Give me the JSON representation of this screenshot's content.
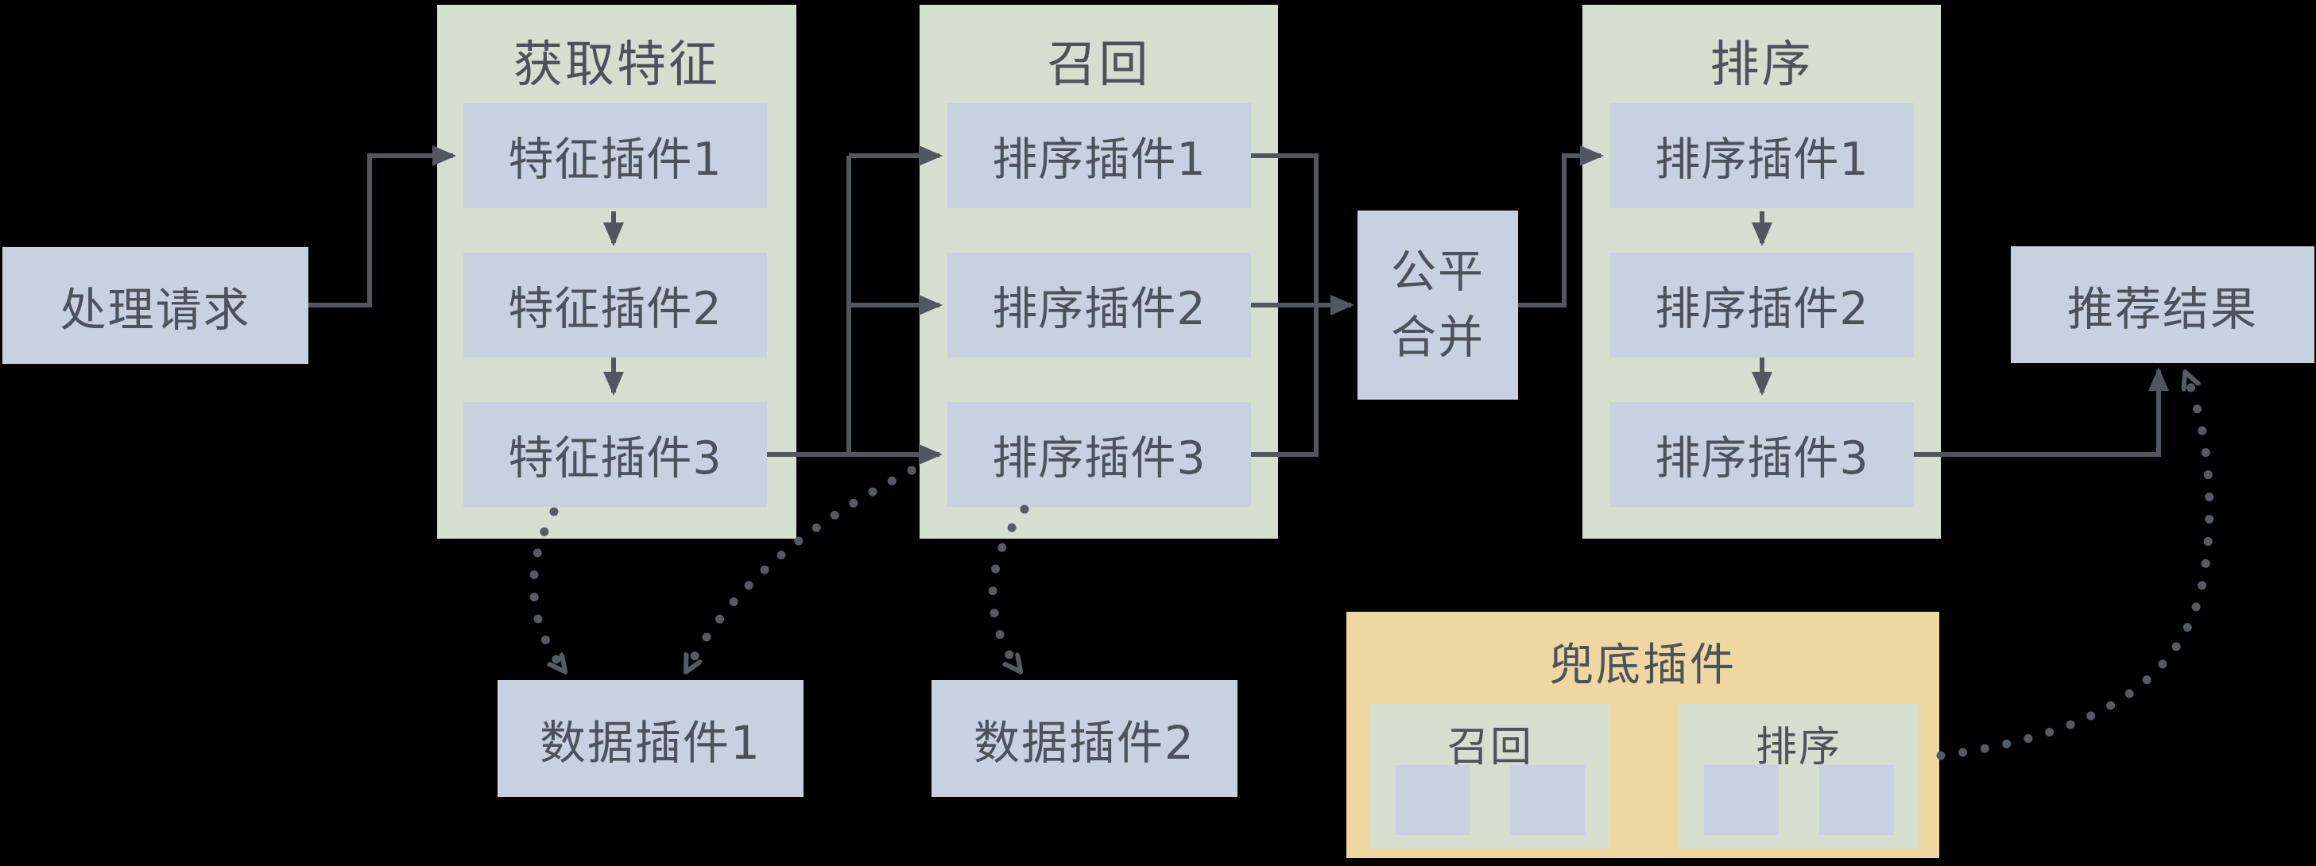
{
  "diagram": {
    "background": "#000000",
    "colors": {
      "stage_container": "#d4dfd0",
      "node_box": "#c8d1e0",
      "fallback_container": "#eed7a0",
      "text": "#4c525a",
      "arrow": "#51575f"
    },
    "nodes": {
      "request": "处理请求",
      "result": "推荐结果",
      "merge_lines": [
        "公平",
        "合并"
      ],
      "data_plugin_1": "数据插件1",
      "data_plugin_2": "数据插件2"
    },
    "containers": {
      "feature": {
        "title": "获取特征",
        "plugins": [
          "特征插件1",
          "特征插件2",
          "特征插件3"
        ]
      },
      "recall": {
        "title": "召回",
        "plugins": [
          "排序插件1",
          "排序插件2",
          "排序插件3"
        ]
      },
      "rank": {
        "title": "排序",
        "plugins": [
          "排序插件1",
          "排序插件2",
          "排序插件3"
        ]
      },
      "fallback": {
        "title": "兜底插件",
        "subs": [
          {
            "label": "召回"
          },
          {
            "label": "排序"
          }
        ]
      }
    }
  }
}
